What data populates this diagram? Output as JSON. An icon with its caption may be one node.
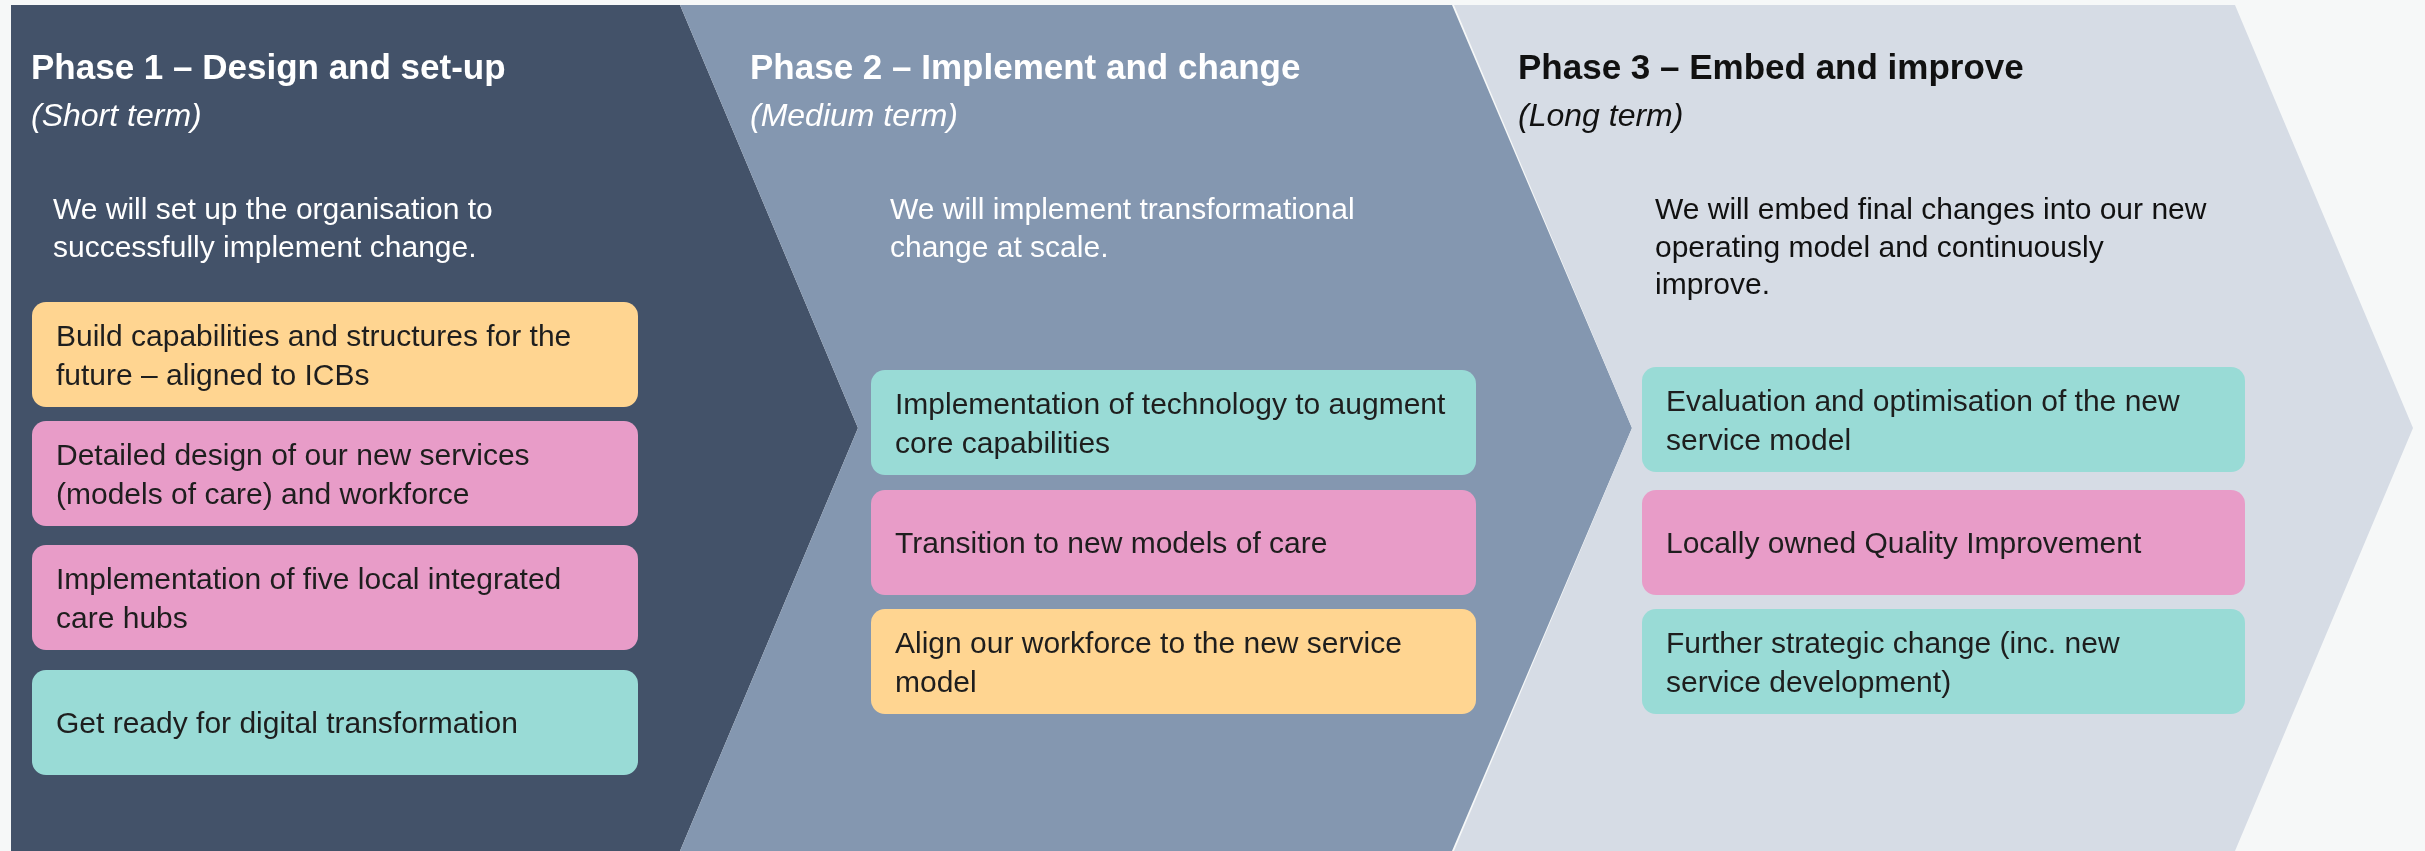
{
  "diagram": {
    "nodes": [
      {
        "text": [
          "Phase 1 – Design and set-up",
          "(Short term)",
          "We will set up the organisation to successfully implement change."
        ]
      },
      {
        "text": [
          "Build capabilities and structures for the future – aligned to ICBs"
        ],
        "in": 0
      },
      {
        "text": [
          "Detailed design of our new services (models of care) and workforce"
        ],
        "in": 0
      },
      {
        "text": [
          "Implementation of five local integrated care hubs"
        ],
        "in": 0
      },
      {
        "text": [
          "Get ready for digital transformation"
        ],
        "in": 0
      },
      {
        "text": [
          "Phase 2 – Implement and change",
          "(Medium term)",
          "We will implement transformational change at scale."
        ]
      },
      {
        "text": [
          "Implementation of technology to augment core capabilities"
        ],
        "in": 5
      },
      {
        "text": [
          "Transition to new models of care"
        ],
        "in": 5
      },
      {
        "text": [
          "Align our workforce to the new service model"
        ],
        "in": 5
      },
      {
        "text": [
          "Phase 3 – Embed and improve",
          "(Long term)",
          "We will embed final changes into our new operating model and continuously improve."
        ]
      },
      {
        "text": [
          "Evaluation and optimisation of the new service model"
        ],
        "in": 9
      },
      {
        "text": [
          "Locally owned Quality Improvement"
        ],
        "in": 9
      },
      {
        "text": [
          "Further strategic change (inc. new service development)"
        ],
        "in": 9
      }
    ]
  }
}
